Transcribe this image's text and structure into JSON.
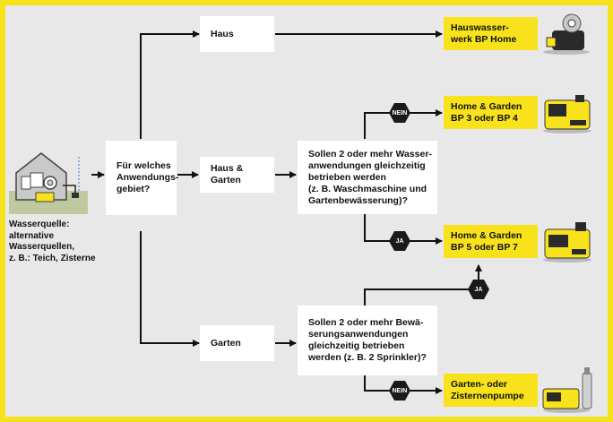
{
  "source": {
    "label_lines": [
      "Wasserquelle:",
      "alternative",
      "Wasserquellen,",
      "z. B.: Teich, Zisterne"
    ]
  },
  "question1": {
    "lines": [
      "Für welches",
      "Anwendungs-",
      "gebiet?"
    ]
  },
  "areas": {
    "haus": "Haus",
    "haus_garten": "Haus & Garten",
    "garten": "Garten"
  },
  "question2": {
    "lines": [
      "Sollen 2 oder mehr Wasser-",
      "anwendungen gleichzeitig",
      "betrieben werden",
      "(z. B. Waschmaschine und",
      "Gartenbewässerung)?"
    ]
  },
  "question3": {
    "lines": [
      "Sollen 2 oder mehr Bewä-",
      "serungsanwendungen",
      "gleichzeitig betrieben",
      "werden (z. B. 2 Sprinkler)?"
    ]
  },
  "badges": {
    "nein": "NEIN",
    "ja": "JA"
  },
  "products": {
    "bp_home": [
      "Hauswasser-",
      "werk BP Home"
    ],
    "bp3_bp4": [
      "Home & Garden",
      "BP 3 oder BP 4"
    ],
    "bp5_bp7": [
      "Home & Garden",
      "BP 5 oder BP 7"
    ],
    "garten_pumpe": [
      "Garten- oder",
      "Zisternenpumpe"
    ]
  },
  "colors": {
    "frame": "#f5e21a",
    "background": "#e8e8e8",
    "badge": "#1a1a1a",
    "product": "#f7e21b"
  }
}
